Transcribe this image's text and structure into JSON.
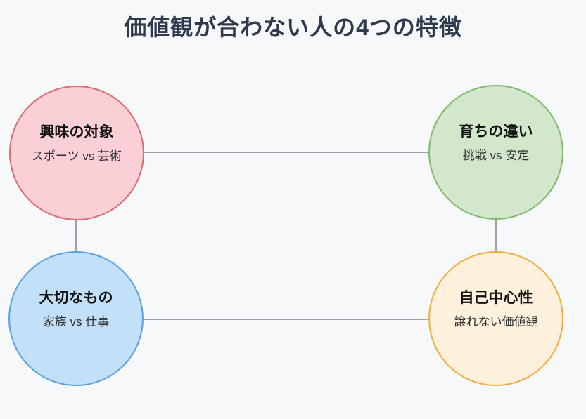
{
  "title": "価値観が合わない人の4つの特徴",
  "colors": {
    "background": "#f7f8fa",
    "title_text": "#2f3a4d",
    "connector": "#9aa3ad",
    "node_label_text": "#111111",
    "node_detail_text": "#2e2e2e"
  },
  "nodes": [
    {
      "id": "interests",
      "label": "興味の対象",
      "detail": "スポーツ vs 芸術",
      "fill": "#fad0d6",
      "stroke": "#dd6a6e"
    },
    {
      "id": "upbringing",
      "label": "育ちの違い",
      "detail": "挑戦 vs 安定",
      "fill": "#d2e7cb",
      "stroke": "#7fb96a"
    },
    {
      "id": "priorities",
      "label": "大切なもの",
      "detail": "家族 vs 仕事",
      "fill": "#c2e0f8",
      "stroke": "#56a1e6"
    },
    {
      "id": "self_centered",
      "label": "自己中心性",
      "detail": "譲れない価値観",
      "fill": "#fdf1dc",
      "stroke": "#f5ab3d"
    }
  ],
  "connectors": [
    {
      "id": "top",
      "from": "interests",
      "to": "upbringing"
    },
    {
      "id": "left",
      "from": "interests",
      "to": "priorities"
    },
    {
      "id": "right",
      "from": "upbringing",
      "to": "self_centered"
    },
    {
      "id": "bottom",
      "from": "priorities",
      "to": "self_centered"
    }
  ]
}
